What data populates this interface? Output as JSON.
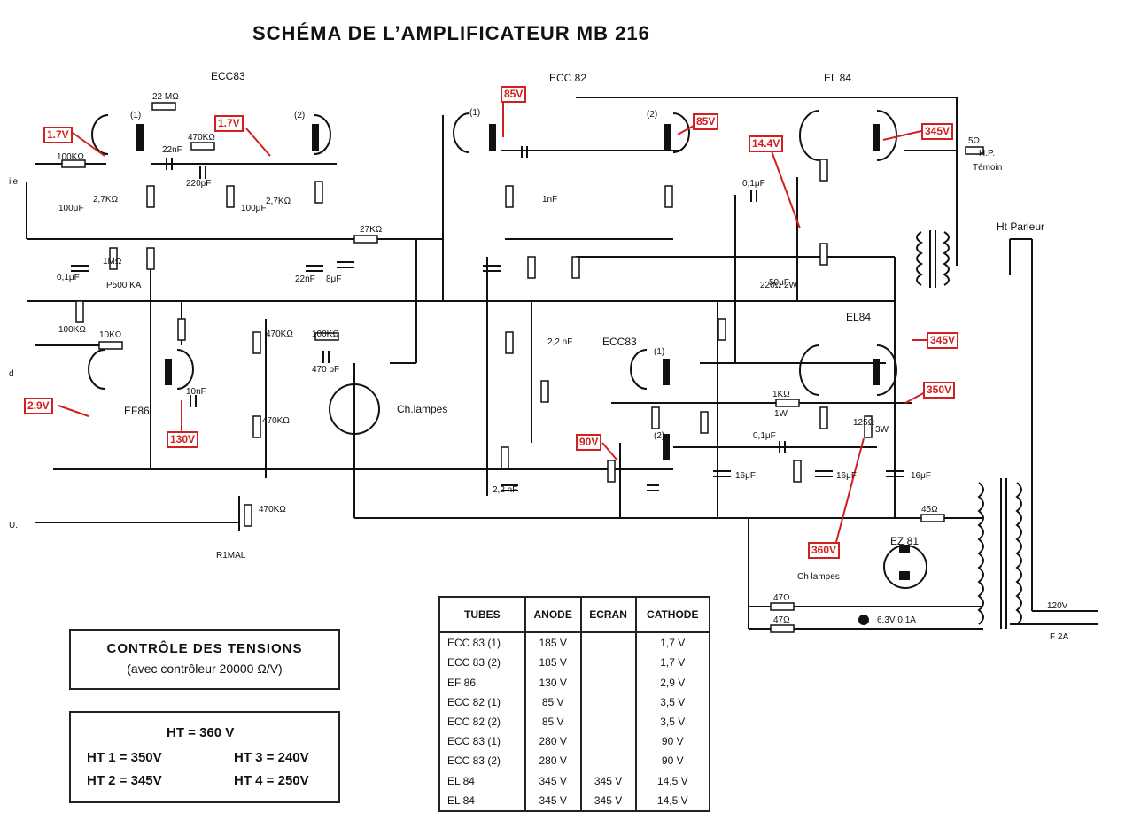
{
  "title": "SCHÉMA DE L’AMPLIFICATEUR MB 216",
  "tubes": {
    "ecc83_top": "ECC83",
    "ecc82": "ECC 82",
    "el84_top": "EL 84",
    "ecc83_mid": "ECC83",
    "el84_mid": "EL84",
    "ef86": "EF86",
    "ez81": "EZ 81",
    "sec1": "(1)",
    "sec2": "(2)"
  },
  "labels": {
    "r100k": "100KΩ",
    "r22m": "22 MΩ",
    "r470k": "470KΩ",
    "r27k": "2,7KΩ",
    "c100u": "100μF",
    "c22n": "22nF",
    "c220p": "220pF",
    "r1m": "1MΩ",
    "c01u": "0,1μF",
    "p500": "P500 KA",
    "r27kohm": "27KΩ",
    "c8u": "8μF",
    "r10k": "10KΩ",
    "c10n": "10nF",
    "c470p": "470 pF",
    "r1mal": "R1MAL",
    "c1n": "1nF",
    "c22n2": "2,2 nF",
    "c16u": "16μF",
    "c50u": "50μF",
    "r220": "220Ω 2W",
    "r5": "5Ω",
    "r1k": "1KΩ",
    "w1": "1W",
    "r125": "125Ω",
    "w3": "3W",
    "r45": "45Ω",
    "r47": "47Ω",
    "pilot": "6,3V 0,1A",
    "f120": "120V",
    "fuse": "F 2A",
    "hp": "H.P.",
    "temoin": "Témoin",
    "hpparleur": "Ht Parleur",
    "chlampes": "Ch.lampes",
    "chlampes2": "Ch lampes",
    "in1": "ile",
    "in2": "d",
    "in3": "U."
  },
  "annotations": [
    {
      "id": "v1",
      "text": "1.7V"
    },
    {
      "id": "v2",
      "text": "1.7V"
    },
    {
      "id": "v3",
      "text": "85V"
    },
    {
      "id": "v4",
      "text": "85V"
    },
    {
      "id": "v5",
      "text": "14.4V"
    },
    {
      "id": "v6",
      "text": "345V"
    },
    {
      "id": "v7",
      "text": "345V"
    },
    {
      "id": "v8",
      "text": "350V"
    },
    {
      "id": "v9",
      "text": "2.9V"
    },
    {
      "id": "v10",
      "text": "130V"
    },
    {
      "id": "v11",
      "text": "90V"
    },
    {
      "id": "v12",
      "text": "360V"
    }
  ],
  "controle": {
    "line1": "CONTRÔLE DES TENSIONS",
    "line2": "(avec contrôleur 20000 Ω/V)"
  },
  "ht": {
    "ht": "HT = 360 V",
    "ht1": "HT 1 = 350V",
    "ht2": "HT 2 = 345V",
    "ht3": "HT 3 = 240V",
    "ht4": "HT 4 = 250V"
  },
  "table": {
    "headers": [
      "TUBES",
      "ANODE",
      "ECRAN",
      "CATHODE"
    ],
    "rows": [
      [
        "ECC 83 (1)",
        "185 V",
        "",
        "1,7 V"
      ],
      [
        "ECC 83 (2)",
        "185 V",
        "",
        "1,7 V"
      ],
      [
        "EF 86",
        "130 V",
        "",
        "2,9 V"
      ],
      [
        "ECC 82 (1)",
        "85 V",
        "",
        "3,5 V"
      ],
      [
        "ECC 82 (2)",
        "85 V",
        "",
        "3,5 V"
      ],
      [
        "ECC 83 (1)",
        "280 V",
        "",
        "90 V"
      ],
      [
        "ECC 83 (2)",
        "280 V",
        "",
        "90 V"
      ],
      [
        "EL 84",
        "345 V",
        "345 V",
        "14,5 V"
      ],
      [
        "EL 84",
        "345 V",
        "345 V",
        "14,5 V"
      ]
    ]
  }
}
